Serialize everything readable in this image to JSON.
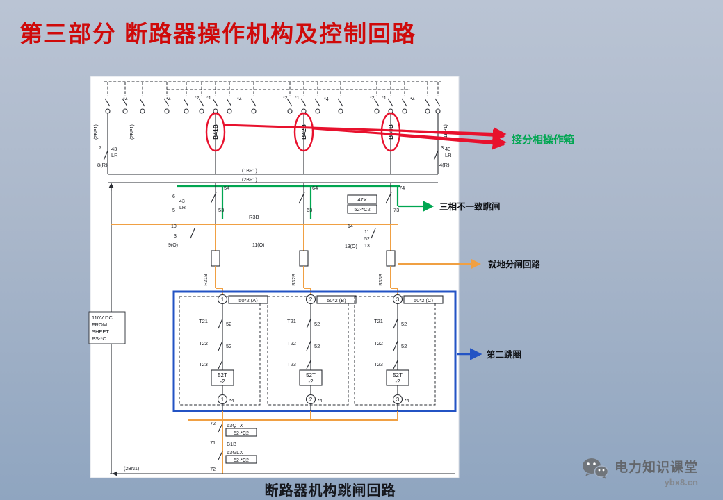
{
  "slide": {
    "title": "第三部分  断路器操作机构及控制回路",
    "caption": "断路器机构跳闸回路",
    "brand": "电力知识课堂",
    "brand_url": "ybx8.cn"
  },
  "annotations": {
    "phase_op_box": "接分相操作箱",
    "three_phase_trip": "三相不一致跳闸",
    "local_open": "就地分闸回路",
    "second_coil": "第二跳圈"
  },
  "colors": {
    "title_red": "#cf0a0a",
    "wire_green": "#00a651",
    "wire_orange": "#f0a043",
    "wire_red": "#e8112d",
    "box_blue": "#2353c4",
    "ink": "#24262b"
  },
  "diagram": {
    "bus_labels": {
      "top_left_a": "(2BP1)",
      "top_left_b": "(2BP1)",
      "top_right": "(1BP1)",
      "mid_a": "(1BP1)",
      "mid_b": "(2BP1)",
      "bottom": "(2BN1)"
    },
    "phase_tags": [
      "B41B",
      "B42B",
      "B43B"
    ],
    "relay_tags": [
      "R31B",
      "R32B",
      "R33B"
    ],
    "stars": {
      "s4": "*4",
      "s2": "*2",
      "s1": "*1"
    },
    "left_aux": {
      "a": "7",
      "b": "43",
      "c": "LR",
      "d": "8(R)"
    },
    "right_aux": {
      "a": "3",
      "b": "43",
      "c": "LR",
      "d": "4(R)"
    },
    "row1": {
      "a": "6",
      "b": "43",
      "c": "LR",
      "d": "5"
    },
    "contact_nums": {
      "c54": "54",
      "c53": "53",
      "c64": "64",
      "c63": "63",
      "c74": "74",
      "c73": "73"
    },
    "aux_box": {
      "top": "47X",
      "bottom": "52-*C2"
    },
    "r3b": "R3B",
    "row2": {
      "a": "10",
      "b": "3",
      "c": "9(O)",
      "d": "11(O)",
      "e": "14",
      "f": "11",
      "g": "52",
      "h": "13",
      "i": "13(O)"
    },
    "dc_source": {
      "l1": "110V DC",
      "l2": "FROM",
      "l3": "SHEET",
      "l4": "PS-*C"
    },
    "units": [
      {
        "num": "1",
        "name": "50*2 (A)",
        "t1": "T21",
        "c1": "52",
        "t2": "T22",
        "c2": "52",
        "t3": "T23",
        "coil1": "52T",
        "coil2": "-2",
        "bottom_num": "1",
        "star": "*4"
      },
      {
        "num": "2",
        "name": "50*2 (B)",
        "t1": "T21",
        "c1": "52",
        "t2": "T22",
        "c2": "52",
        "t3": "T23",
        "coil1": "52T",
        "coil2": "-2",
        "bottom_num": "2",
        "star": "*4"
      },
      {
        "num": "3",
        "name": "50*2 (C)",
        "t1": "T21",
        "c1": "52",
        "t2": "T22",
        "c2": "52",
        "t3": "T23",
        "coil1": "52T",
        "coil2": "-2",
        "bottom_num": "3",
        "star": "*4"
      }
    ],
    "bottom_chain": {
      "n72a": "72",
      "qtx": "63QTX",
      "box1": "52-*C2",
      "n71": "71",
      "b31b": "B1B",
      "glx": "63GLX",
      "box2": "52-*C2",
      "n72b": "72"
    }
  }
}
